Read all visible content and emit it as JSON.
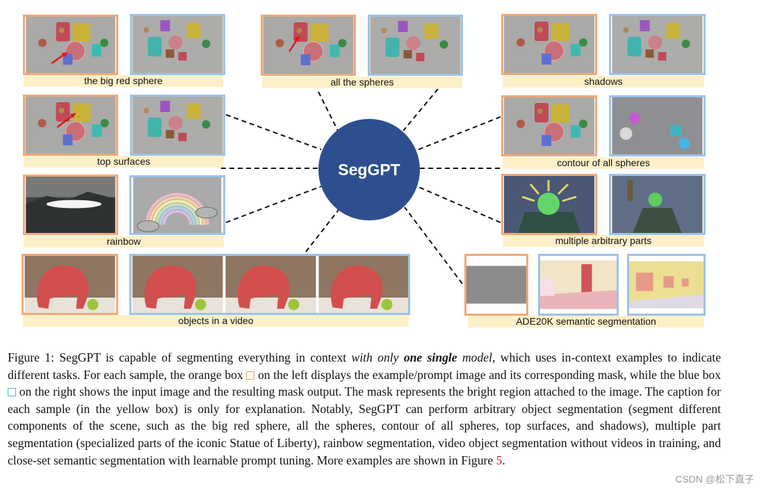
{
  "figure": {
    "center_label": "SegGPT",
    "task_labels": {
      "big_red_sphere": "the big red sphere",
      "all_spheres": "all the spheres",
      "shadows": "shadows",
      "top_surfaces": "top surfaces",
      "contour_spheres": "contour of all spheres",
      "rainbow": "rainbow",
      "multiple_parts": "multiple arbitrary parts",
      "video_objects": "objects in a video",
      "ade20k": "ADE20K semantic segmentation"
    },
    "colors": {
      "hub": "#2e4f8f",
      "prompt_border": "#f0a878",
      "input_border": "#9cc3e6",
      "label_bg": "#fdf0c9"
    }
  },
  "caption": {
    "p1": "Figure 1: SegGPT is capable of segmenting everything in context ",
    "p2_italic": "with only ",
    "p3_bold_italic": "one single",
    "p4_italic": " model",
    "p5": ", which uses in-context examples to indicate different tasks.  For each sample, the orange box ",
    "p6": " on the left displays the example/prompt image and its corresponding mask, while the blue box ",
    "p7": " on the right shows the input image and the resulting mask output.  The mask represents the bright region attached to the image. The caption for each sample (in the yellow box) is only for explanation. Notably, SegGPT can perform arbitrary object segmentation (segment different components of the scene, such as the big red sphere, all the spheres, contour of all spheres, top surfaces, and shadows), multiple part segmentation (specialized parts of the iconic Statue of Liberty), rainbow segmentation, video object segmentation without videos in training, and close-set semantic segmentation with learnable prompt tuning. More examples are shown in Figure ",
    "p8_ref": "5",
    "p9": "."
  },
  "watermark": "CSDN @松下直子"
}
